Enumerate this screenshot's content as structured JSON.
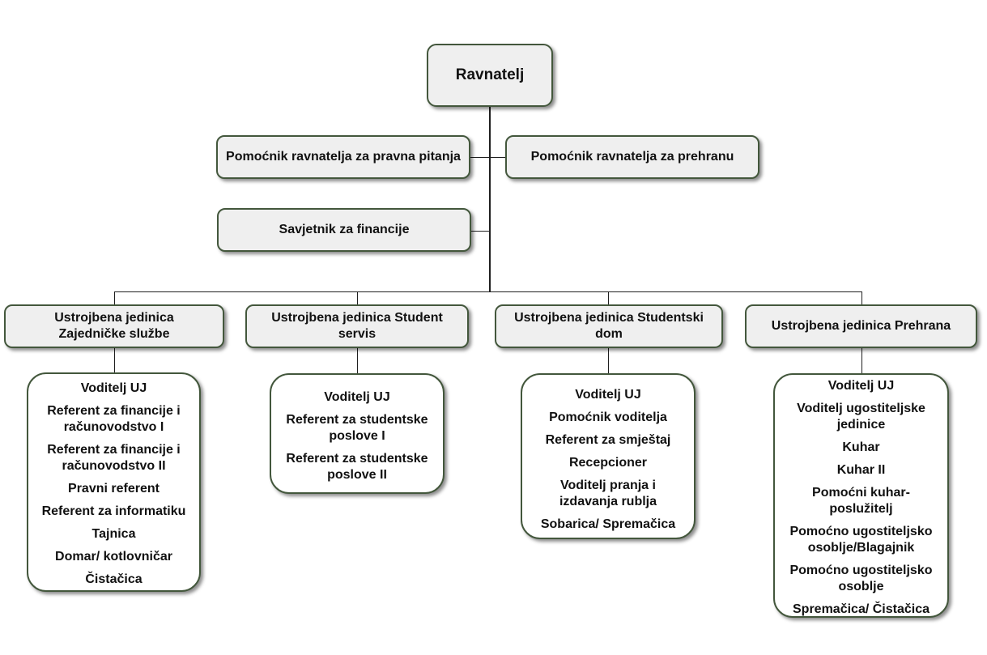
{
  "director": "Ravnatelj",
  "staff": [
    {
      "id": "legal-assistant",
      "label": "Pomoćnik ravnatelja za pravna pitanja"
    },
    {
      "id": "food-assistant",
      "label": "Pomoćnik ravnatelja za prehranu"
    },
    {
      "id": "finance-advisor",
      "label": "Savjetnik za financije"
    }
  ],
  "units": [
    {
      "id": "zajednicke-sluzbe",
      "title": "Ustrojbena jedinica Zajedničke službe",
      "roles": [
        "Voditelj UJ",
        "Referent za financije i računovodstvo I",
        "Referent za financije i računovodstvo II",
        "Pravni referent",
        "Referent za informatiku",
        "Tajnica",
        "Domar/ kotlovničar",
        "Čistačica"
      ]
    },
    {
      "id": "student-servis",
      "title": "Ustrojbena jedinica Student servis",
      "roles": [
        "Voditelj UJ",
        "Referent za studentske poslove I",
        "Referent za studentske poslove II"
      ]
    },
    {
      "id": "studentski-dom",
      "title": "Ustrojbena jedinica Studentski dom",
      "roles": [
        "Voditelj UJ",
        "Pomoćnik voditelja",
        "Referent za smještaj",
        "Recepcioner",
        "Voditelj pranja i izdavanja rublja",
        "Sobarica/ Spremačica"
      ]
    },
    {
      "id": "prehrana",
      "title": "Ustrojbena jedinica Prehrana",
      "roles": [
        "Voditelj UJ",
        "Voditelj ugostiteljske jedinice",
        "Kuhar",
        "Kuhar II",
        "Pomoćni kuhar-poslužitelj",
        "Pomoćno ugostiteljsko osoblje/Blagajnik",
        "Pomoćno ugostiteljsko osoblje",
        "Spremačica/ Čistačica"
      ]
    }
  ]
}
